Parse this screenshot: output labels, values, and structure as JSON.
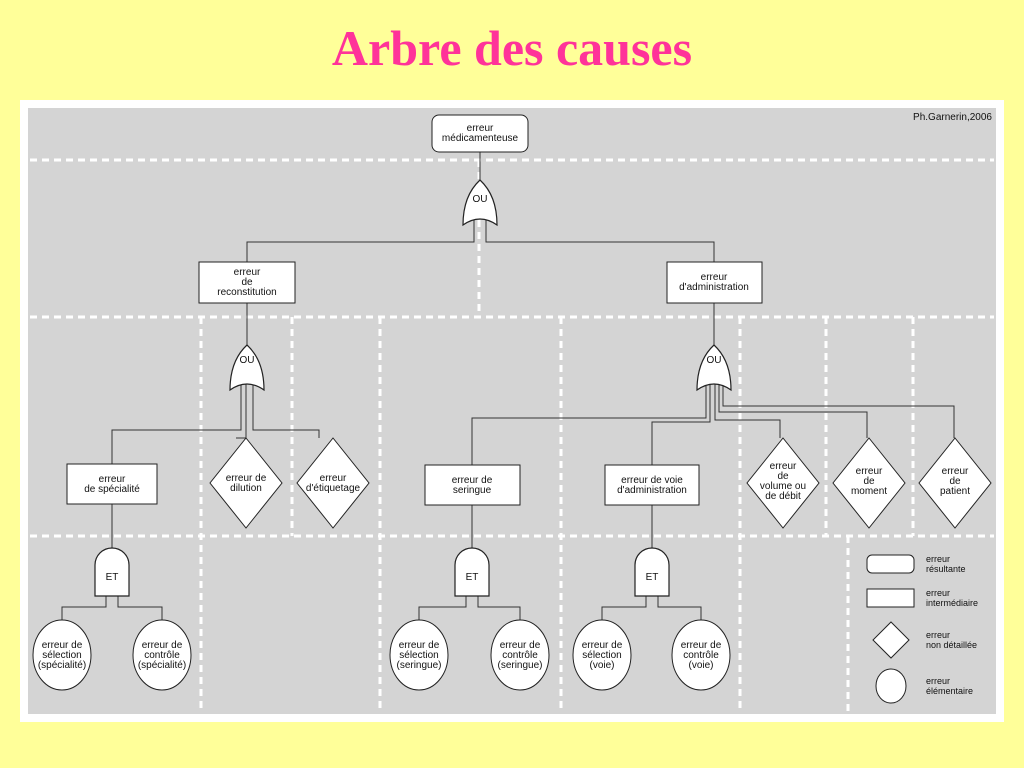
{
  "title": "Arbre des causes",
  "author": "Ph.Garnerin,2006",
  "colors": {
    "background": "#ffff99",
    "title": "#ff3399",
    "panel": "#d4d4d4",
    "dash": "#ffffff"
  },
  "gates": {
    "or": "OU",
    "and": "ET"
  },
  "nodes": {
    "top": [
      "erreur",
      "médicamenteuse"
    ],
    "reconstitution": [
      "erreur",
      "de",
      "reconstitution"
    ],
    "administration": [
      "erreur",
      "d'administration"
    ],
    "specialite": [
      "erreur",
      "de spécialité"
    ],
    "dilution": [
      "erreur de",
      "dilution"
    ],
    "etiquetage": [
      "erreur",
      "d'étiquetage"
    ],
    "seringue": [
      "erreur de",
      "seringue"
    ],
    "voie": [
      "erreur de voie",
      "d'administration"
    ],
    "volume": [
      "erreur",
      "de",
      "volume ou",
      "de débit"
    ],
    "moment": [
      "erreur",
      "de",
      "moment"
    ],
    "patient": [
      "erreur",
      "de",
      "patient"
    ],
    "sel_spec": [
      "erreur de",
      "sélection",
      "(spécialité)"
    ],
    "ctrl_spec": [
      "erreur de",
      "contrôle",
      "(spécialité)"
    ],
    "sel_ser": [
      "erreur de",
      "sélection",
      "(seringue)"
    ],
    "ctrl_ser": [
      "erreur de",
      "contrôle",
      "(seringue)"
    ],
    "sel_voie": [
      "erreur de",
      "sélection",
      "(voie)"
    ],
    "ctrl_voie": [
      "erreur de",
      "contrôle",
      "(voie)"
    ]
  },
  "legend": {
    "resultante": [
      "erreur",
      "résultante"
    ],
    "intermediaire": [
      "erreur",
      "intermédiaire"
    ],
    "non_detaillee": [
      "erreur",
      "non détaillée"
    ],
    "elementaire": [
      "erreur",
      "élémentaire"
    ]
  }
}
